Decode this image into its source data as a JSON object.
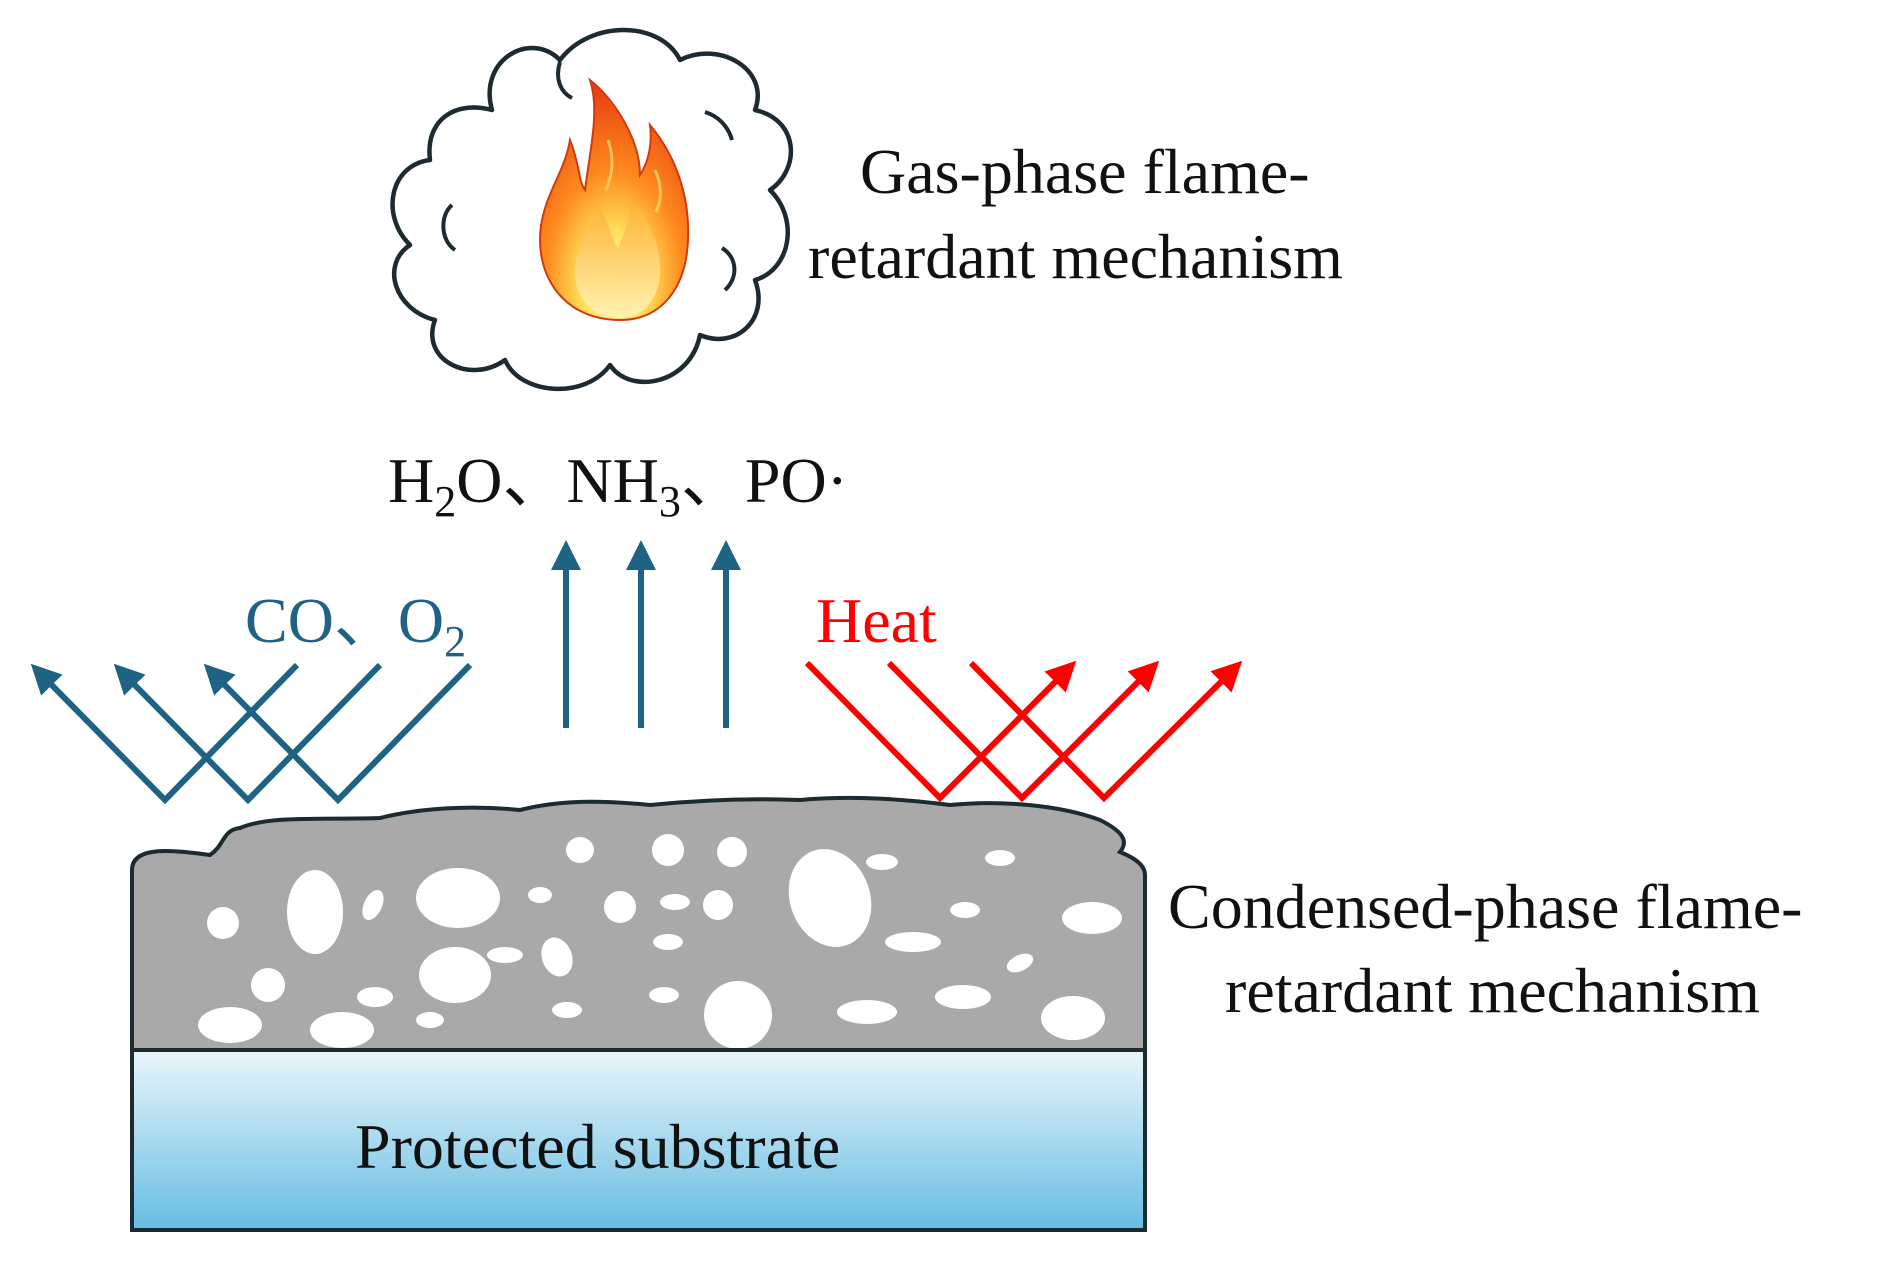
{
  "gas_phase": {
    "title_line1": "Gas-phase flame-",
    "title_line2": "retardant mechanism",
    "products": {
      "h": "H",
      "h_sub": "2",
      "o_sep": "O、",
      "nh": "NH",
      "nh_sub": "3",
      "po_sep": "、PO·"
    }
  },
  "blocked_gases": {
    "co": "CO、O",
    "o_sub": "2",
    "color": "#1f6384"
  },
  "heat": {
    "label": "Heat",
    "color": "#ff0000"
  },
  "condensed_phase": {
    "title_line1": "Condensed-phase flame-",
    "title_line2": "retardant mechanism",
    "char_color": "#a9a9a9"
  },
  "substrate": {
    "label": "Protected substrate",
    "color_top": "#eaf6fb",
    "color_bottom": "#66bde3"
  }
}
